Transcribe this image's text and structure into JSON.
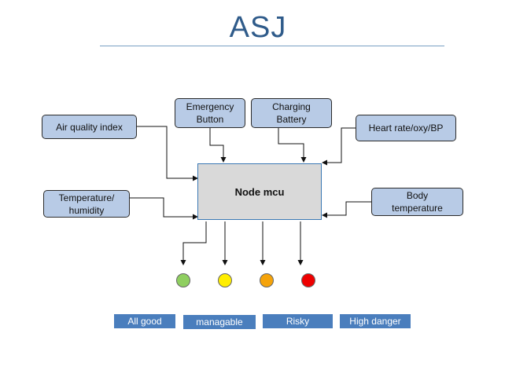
{
  "title": "ASJ",
  "center": {
    "label": "Node mcu"
  },
  "inputs": {
    "air_quality": "Air quality index",
    "emergency": [
      "Emergency",
      "Button"
    ],
    "charging": [
      "Charging",
      "Battery"
    ],
    "heart": "Heart rate/oxy/BP",
    "temperature": [
      "Temperature/",
      "humidity"
    ],
    "body_temp": [
      "Body",
      "temperature"
    ]
  },
  "indicators": [
    {
      "color": "#8fcf60",
      "label": "All good"
    },
    {
      "color": "#ffee00",
      "label": "managable"
    },
    {
      "color": "#f5a30a",
      "label": "Risky"
    },
    {
      "color": "#ee0000",
      "label": "High danger"
    }
  ]
}
